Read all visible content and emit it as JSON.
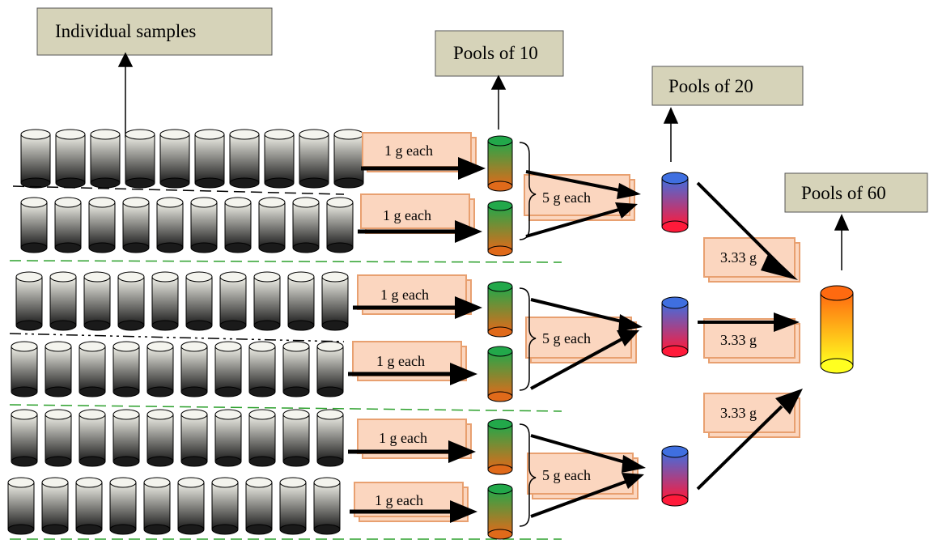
{
  "titles": {
    "individual": "Individual samples",
    "pools10": "Pools of 10",
    "pools20": "Pools of 20",
    "pools60": "Pools of 60"
  },
  "labels": {
    "each1": "1 g each",
    "each5": "5 g each",
    "third": "3.33 g"
  },
  "colors": {
    "box_fill": "#d6d3b9",
    "pink_box": "#fbd6bf",
    "green_dash": "#2ca02c",
    "pool10_top": "#22a84a",
    "pool10_bottom": "#e06a1a",
    "pool20_top": "#3f6fe0",
    "pool20_bottom": "#ff1a3a",
    "pool60_top": "#ff6a10",
    "pool60_bottom": "#ffff20"
  }
}
